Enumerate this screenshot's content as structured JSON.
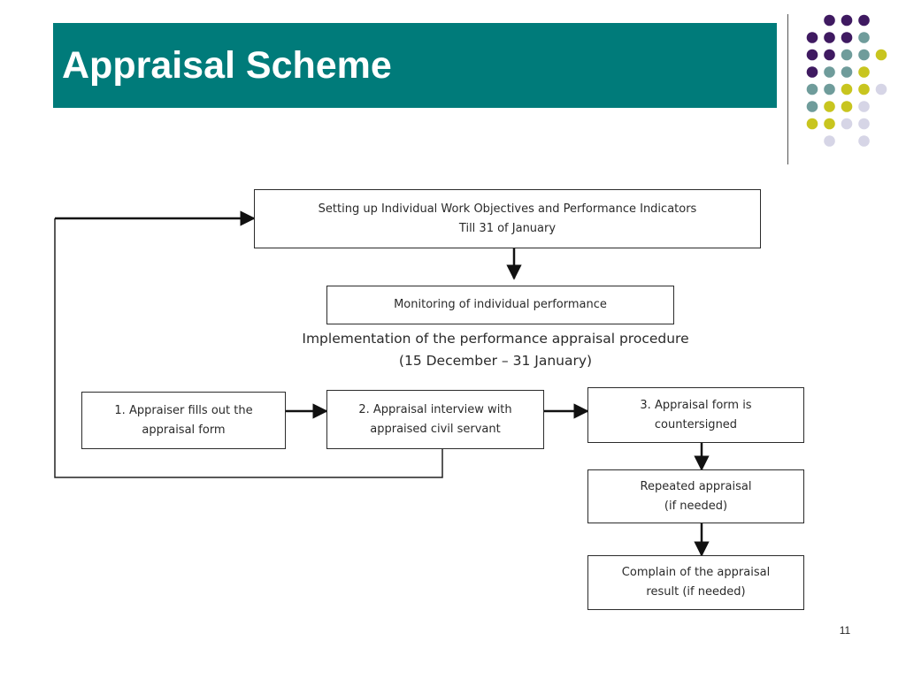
{
  "slide": {
    "title": "Appraisal Scheme",
    "page_number": "11",
    "colors": {
      "title_bar": "#007b7a",
      "title_text": "#ffffff",
      "dot_purple": "#3f1a61",
      "dot_teal": "#6f9c9b",
      "dot_yellow": "#c8c51f",
      "dot_lavender": "#d6d5e6"
    }
  },
  "flowchart": {
    "objectives": {
      "line1": "Setting up Individual Work Objectives and Performance Indicators",
      "line2": "Till 31 of January"
    },
    "monitoring": {
      "line1": "Monitoring of individual performance"
    },
    "procedure": {
      "line1": "Implementation of the performance appraisal procedure",
      "line2": "(15 December – 31 January)"
    },
    "step1": {
      "line1": "1. Appraiser fills out the",
      "line2": "appraisal form"
    },
    "step2": {
      "line1": "2. Appraisal interview with",
      "line2": "appraised civil servant"
    },
    "step3": {
      "line1": "3. Appraisal form is",
      "line2": "countersigned"
    },
    "repeated": {
      "line1": "Repeated appraisal",
      "line2": "(if needed)"
    },
    "complain": {
      "line1": "Complain of the appraisal",
      "line2": "result (if needed)"
    }
  }
}
